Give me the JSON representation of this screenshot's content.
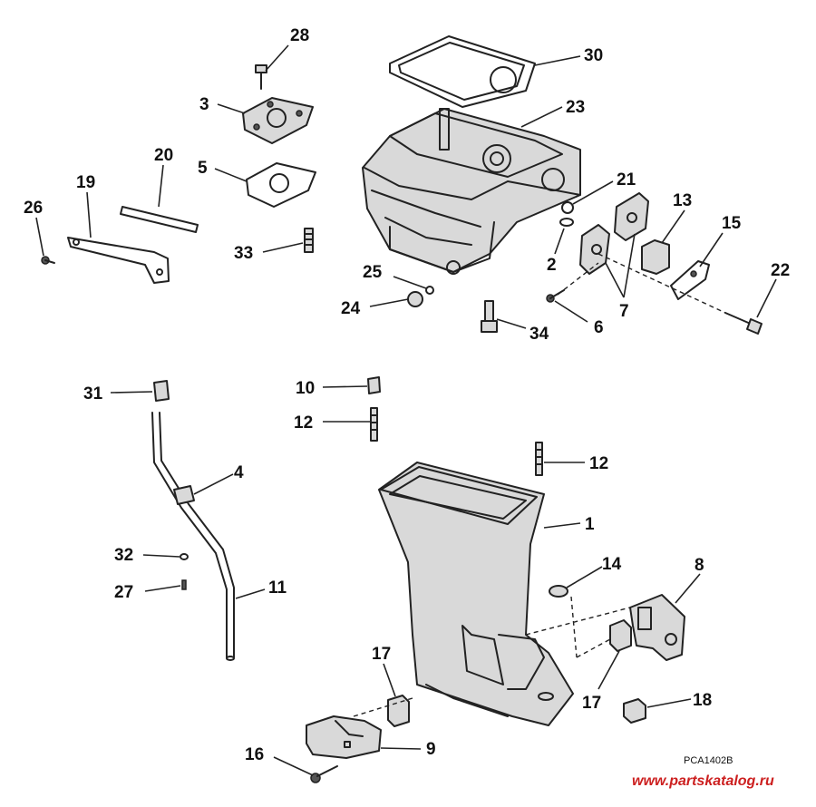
{
  "diagram": {
    "labels": {
      "l1": "1",
      "l2": "2",
      "l3": "3",
      "l4": "4",
      "l5": "5",
      "l6": "6",
      "l7": "7",
      "l8": "8",
      "l9": "9",
      "l10": "10",
      "l11": "11",
      "l12a": "12",
      "l12b": "12",
      "l13": "13",
      "l14": "14",
      "l15": "15",
      "l16": "16",
      "l17a": "17",
      "l17b": "17",
      "l18": "18",
      "l19": "19",
      "l20": "20",
      "l21": "21",
      "l22": "22",
      "l23": "23",
      "l24": "24",
      "l25": "25",
      "l26": "26",
      "l27": "27",
      "l28": "28",
      "l30": "30",
      "l31": "31",
      "l32": "32",
      "l33": "33",
      "l34": "34"
    },
    "drawing_code": "PCA1402B",
    "watermark": "www.partskatalog.ru",
    "colors": {
      "lines": "#222222",
      "watermark": "#cc1f1f"
    }
  }
}
